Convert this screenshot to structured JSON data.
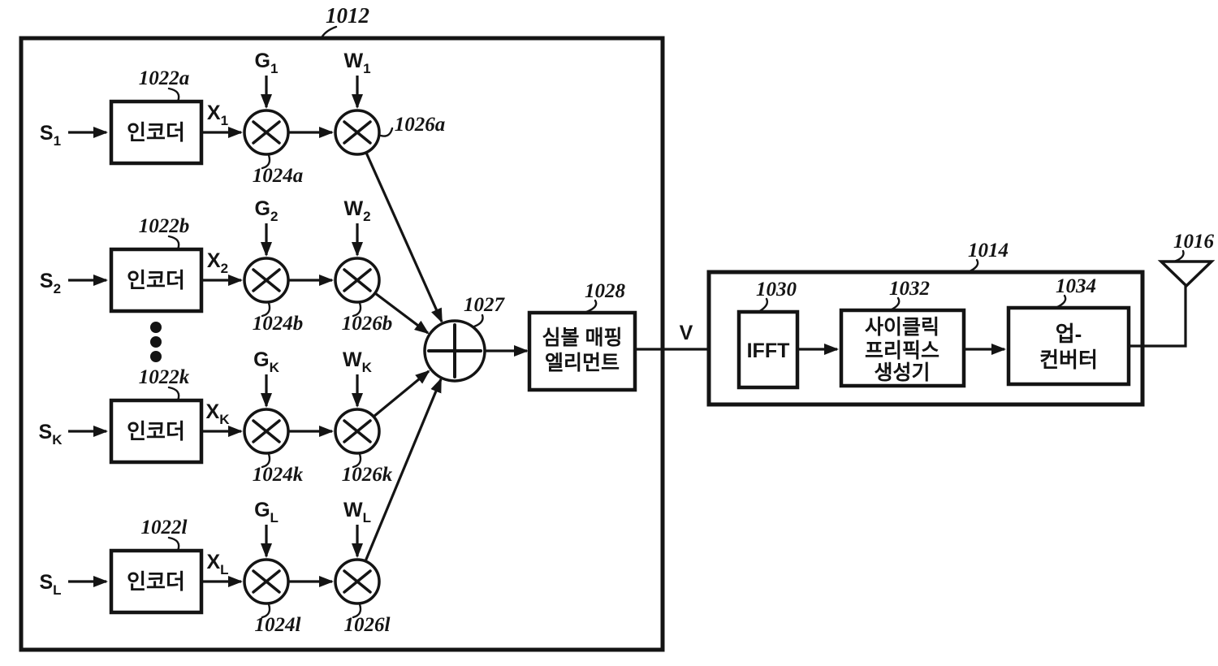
{
  "figure": {
    "refs": {
      "transmit_section": "1012",
      "rf_section": "1014",
      "antenna": "1016",
      "summer": "1027",
      "symbol_mapping": "1028",
      "ifft": "1030",
      "cyclic_prefix": "1032",
      "upconverter": "1034"
    },
    "labels": {
      "encoder": "인코더",
      "symbol_mapping_line1": "심볼 매핑",
      "symbol_mapping_line2": "엘리먼트",
      "ifft": "IFFT",
      "cp_line1": "사이클릭",
      "cp_line2": "프리픽스",
      "cp_line3": "생성기",
      "uc_line1": "업-",
      "uc_line2": "컨버터",
      "v_signal": "V"
    },
    "rows": [
      {
        "s": "S",
        "s_sub": "1",
        "x": "X",
        "x_sub": "1",
        "g": "G",
        "g_sub": "1",
        "w": "W",
        "w_sub": "1",
        "enc_ref": "1022a",
        "gain_ref": "1024a",
        "weight_ref": "1026a"
      },
      {
        "s": "S",
        "s_sub": "2",
        "x": "X",
        "x_sub": "2",
        "g": "G",
        "g_sub": "2",
        "w": "W",
        "w_sub": "2",
        "enc_ref": "1022b",
        "gain_ref": "1024b",
        "weight_ref": "1026b"
      },
      {
        "s": "S",
        "s_sub": "K",
        "x": "X",
        "x_sub": "K",
        "g": "G",
        "g_sub": "K",
        "w": "W",
        "w_sub": "K",
        "enc_ref": "1022k",
        "gain_ref": "1024k",
        "weight_ref": "1026k"
      },
      {
        "s": "S",
        "s_sub": "L",
        "x": "X",
        "x_sub": "L",
        "g": "G",
        "g_sub": "L",
        "w": "W",
        "w_sub": "L",
        "enc_ref": "1022l",
        "gain_ref": "1024l",
        "weight_ref": "1026l"
      }
    ],
    "colors": {
      "ink": "#141414",
      "background": "#ffffff"
    }
  }
}
